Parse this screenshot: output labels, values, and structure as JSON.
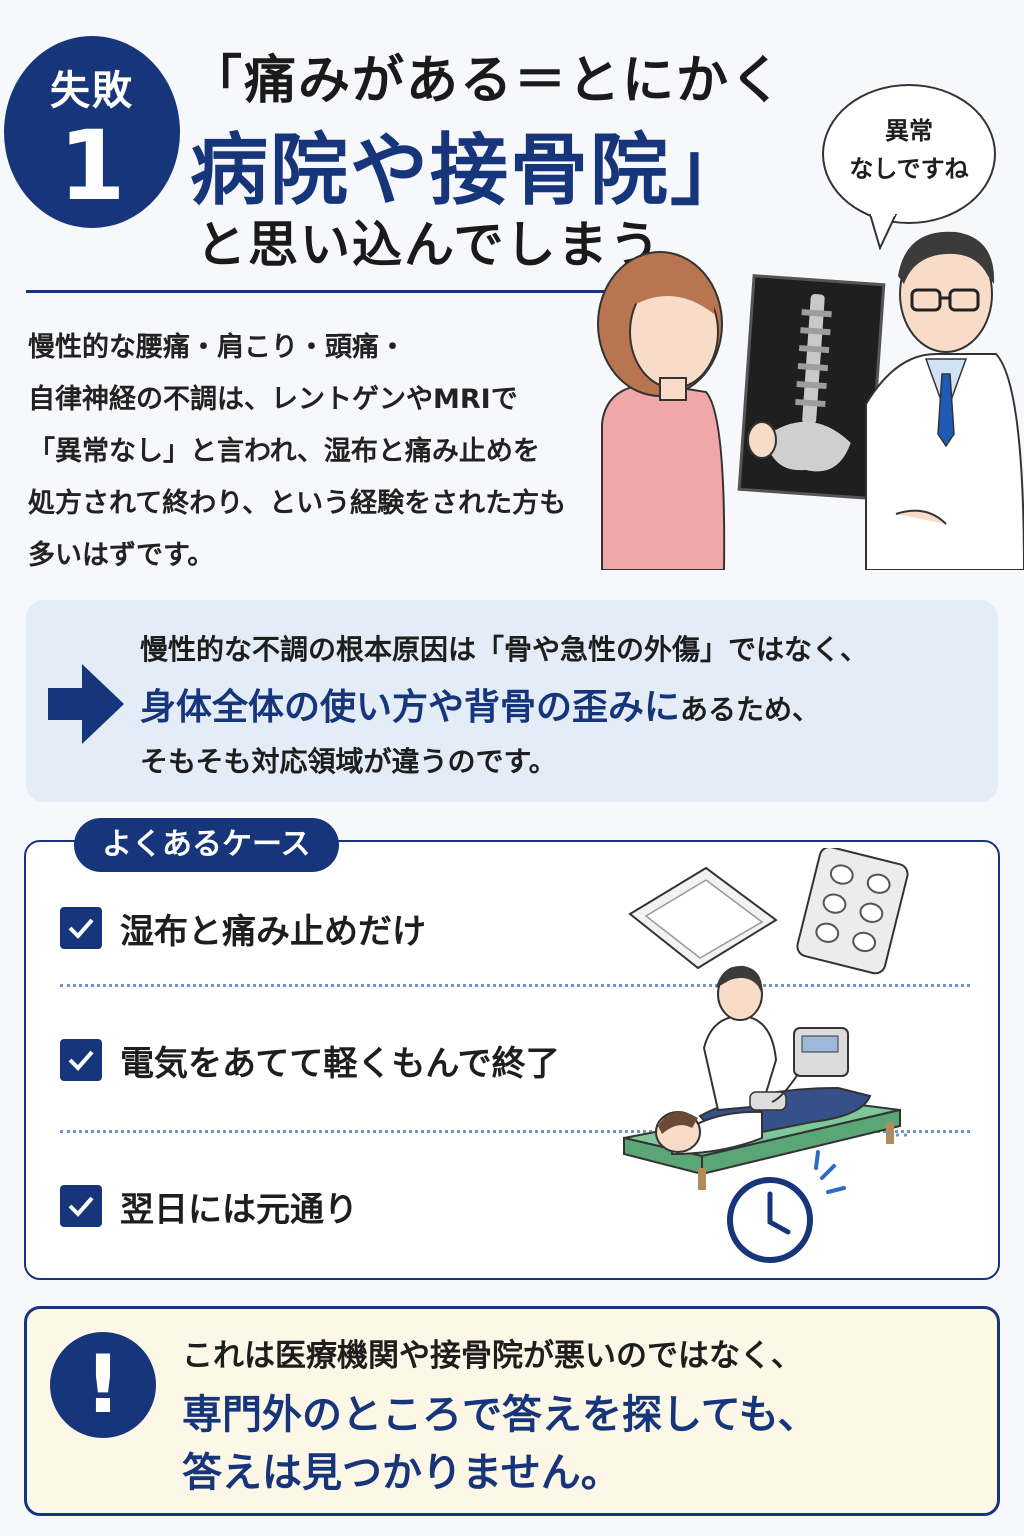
{
  "header": {
    "badge_label": "失敗",
    "badge_number": "1",
    "title_line1": "「痛みがある＝とにかく",
    "title_line2": "病院や接骨院」",
    "title_line3": "と思い込んでしまう"
  },
  "speech_bubble": {
    "line1": "異常",
    "line2": "なしですね"
  },
  "intro": {
    "lines": [
      "慢性的な腰痛・肩こり・頭痛・",
      "自律神経の不調は、レントゲンやMRIで",
      "「異常なし」と言われ、湿布と痛み止めを",
      "処方されて終わり、という経験をされた方も",
      "多いはずです。"
    ]
  },
  "info": {
    "line1": "慢性的な不調の根本原因は「骨や急性の外傷」ではなく、",
    "line2_highlight": "身体全体の使い方や背骨の歪みに",
    "line2_tail": "あるため、",
    "line3": "そもそも対応領域が違うのです。"
  },
  "cases": {
    "tag": "よくあるケース",
    "items": [
      "湿布と痛み止めだけ",
      "電気をあてて軽くもんで終了",
      "翌日には元通り"
    ]
  },
  "warning": {
    "icon": "!",
    "line1": "これは医療機関や接骨院が悪いのではなく、",
    "line2": "専門外のところで答えを探しても、",
    "line3": "答えは見つかりません。"
  },
  "colors": {
    "navy": "#16357a",
    "light_blue": "#e3ecf7",
    "cream": "#fdf7e8"
  }
}
